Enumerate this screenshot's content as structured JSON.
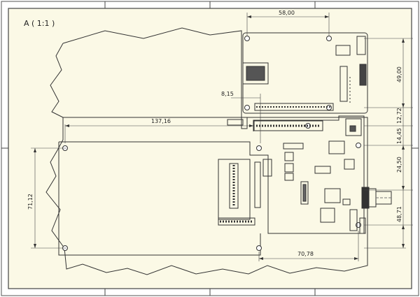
{
  "view": {
    "label": "A ( 1:1 )"
  },
  "dimensions": {
    "top_width": "58,00",
    "hole_offset": "8,15",
    "overall_width": "137,16",
    "right_49": "49,00",
    "right_12": "12,72",
    "right_14": "14,45",
    "right_24": "24,50",
    "right_48": "48,71",
    "left_height": "71,12",
    "bottom_width": "70,78"
  }
}
